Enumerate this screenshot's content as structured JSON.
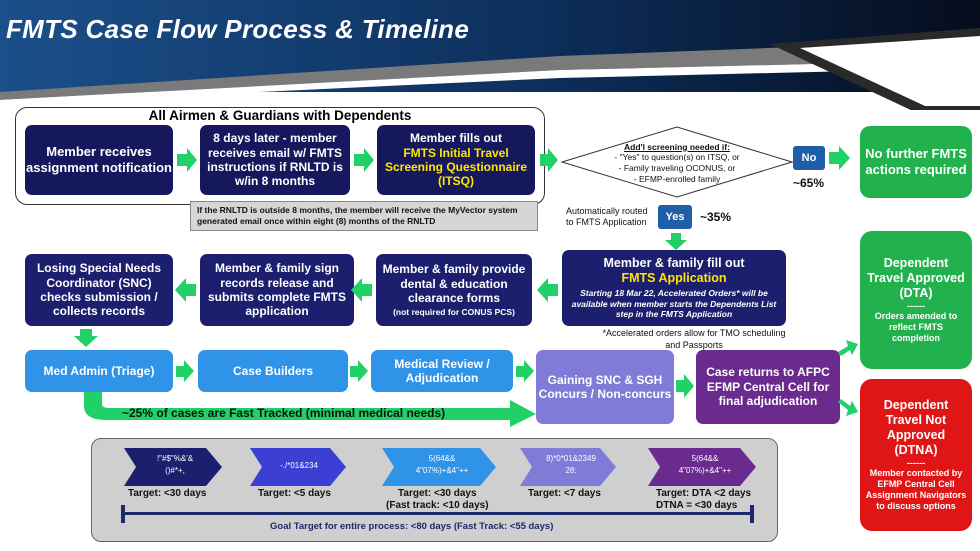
{
  "header": {
    "title": "FMTS Case Flow Process & Timeline"
  },
  "group": {
    "title": "All Airmen & Guardians with Dependents"
  },
  "steps": {
    "member_receives": "Member receives assignment notification",
    "days_later": "8 days later - member receives email w/ FMTS instructions if RNLTD is w/in 8 months",
    "fills_out_prefix": "Member fills out",
    "fills_out_itsq": "FMTS Initial Travel Screening Questionnaire (ITSQ)",
    "fill_out_app_prefix": "Member & family fill out",
    "fill_out_app_name": "FMTS Application",
    "fill_out_app_note": "Starting 18 Mar 22, Accelerated Orders* will be available when member starts the Dependents List step in the FMTS Application",
    "dental_main": "Member & family provide dental & education clearance forms",
    "dental_note": "(not required for CONUS PCS)",
    "sign_records": "Member & family sign records release and submits complete FMTS application",
    "losing_snc": "Losing Special Needs Coordinator (SNC) checks submission / collects records",
    "med_admin": "Med Admin (Triage)",
    "case_builders": "Case Builders",
    "medical_review": "Medical Review / Adjudication",
    "gaining_snc": "Gaining SNC & SGH Concurs / Non-concurs",
    "case_returns": "Case returns to AFPC EFMP Central Cell for final adjudication"
  },
  "rnltd_note": "If the RNLTD is outside 8 months, the member will receive the MyVector system generated email once within eight (8) months of the RNLTD",
  "decision": {
    "title": "Add'l screening needed if:",
    "line1": "- \"Yes\" to question(s) on ITSQ, or",
    "line2": "- Family traveling OCONUS, or",
    "line3": "- EFMP-enrolled family",
    "no_label": "No",
    "no_pct": "~65%",
    "yes_label": "Yes",
    "yes_pct": "~35%",
    "auto_routed": "Automatically routed to FMTS Application"
  },
  "accelerated_note": "*Accelerated orders allow for TMO scheduling and Passports",
  "outcomes": {
    "no_further": "No further FMTS actions required",
    "dta_title": "Dependent Travel Approved (DTA)",
    "dta_dashes": "------",
    "dta_note": "Orders amended to reflect FMTS completion",
    "dtna_title": "Dependent Travel Not Approved (DTNA)",
    "dtna_dashes": "------",
    "dtna_note": "Member contacted by EFMP Central Cell Assignment Navigators to discuss options"
  },
  "fast_track": "~25% of cases are Fast Tracked (minimal medical needs)",
  "timeline": {
    "chevrons": [
      {
        "text1": "!\"#$\"%&'&",
        "text2": "()#*+,",
        "color": "#1c1f6e",
        "target1": "Target:  <30 days",
        "target2": ""
      },
      {
        "text1": "-./*01&234",
        "text2": "",
        "color": "#3b3fd4",
        "target1": "Target:  <5 days",
        "target2": ""
      },
      {
        "text1": "5(64&&",
        "text2": "4\"07%)+&4\"++",
        "color": "#2f93e8",
        "target1": "Target:  <30 days",
        "target2": "(Fast track: <10 days)"
      },
      {
        "text1": "8)*0*01&2349",
        "text2": "28:",
        "color": "#7f7bd6",
        "target1": "Target:  <7 days",
        "target2": ""
      },
      {
        "text1": "5(64&&",
        "text2": "4\"07%)+&4\"++",
        "color": "#6a2a8e",
        "target1": "Target:  DTA  <2 days",
        "target2": "DTNA = <30 days"
      }
    ],
    "goal": "Goal Target for entire process:  <80 days (Fast Track: <55 days)"
  }
}
